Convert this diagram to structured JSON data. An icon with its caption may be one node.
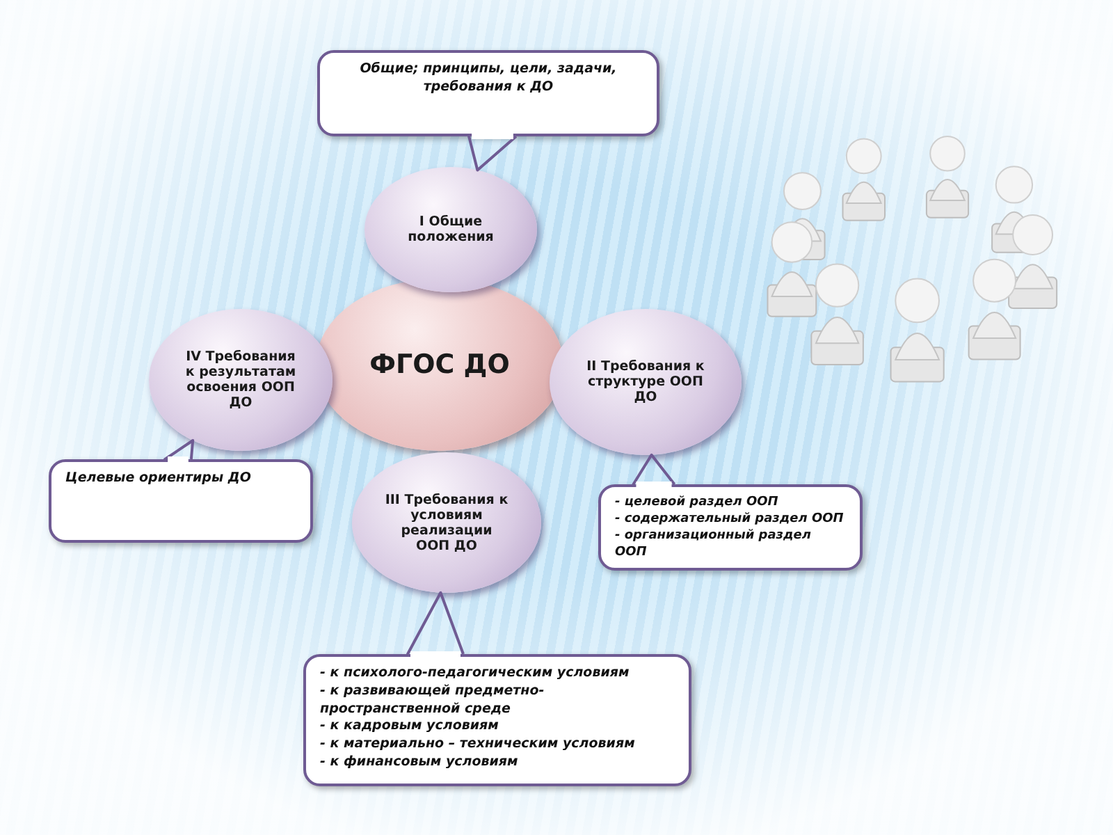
{
  "diagram": {
    "nodes": [
      {
        "text": [
          "Общие; принципы,  цели, задачи, требования к  ДО"
        ]
      },
      {
        "text": [
          "I Общие положения"
        ]
      },
      {
        "text": [
          "ФГОС ДО"
        ]
      },
      {
        "text": [
          "IV Требования к результатам освоения ООП ДО"
        ]
      },
      {
        "text": [
          "II Требования к структуре ООП ДО"
        ]
      },
      {
        "text": [
          "Целевые ориентиры  ДО"
        ]
      },
      {
        "text": [
          "III Требования к условиям реализации ООП ДО"
        ]
      },
      {
        "text": [
          "- целевой раздел ООП",
          "-  содержательный раздел ООП",
          "-  организационный раздел ООП"
        ]
      },
      {
        "text": [
          "- к психолого-педагогическим условиям",
          "- к развивающей предметно-пространственной среде",
          "- к кадровым условиям",
          "- к материально – техническим условиям",
          "- к финансовым условиям"
        ]
      }
    ],
    "edges": [
      {
        "from": 0,
        "to": 1,
        "arrow": "to"
      },
      {
        "from": 5,
        "to": 3,
        "arrow": "to"
      },
      {
        "from": 7,
        "to": 4,
        "arrow": "to"
      },
      {
        "from": 8,
        "to": 6,
        "arrow": "to"
      }
    ]
  }
}
